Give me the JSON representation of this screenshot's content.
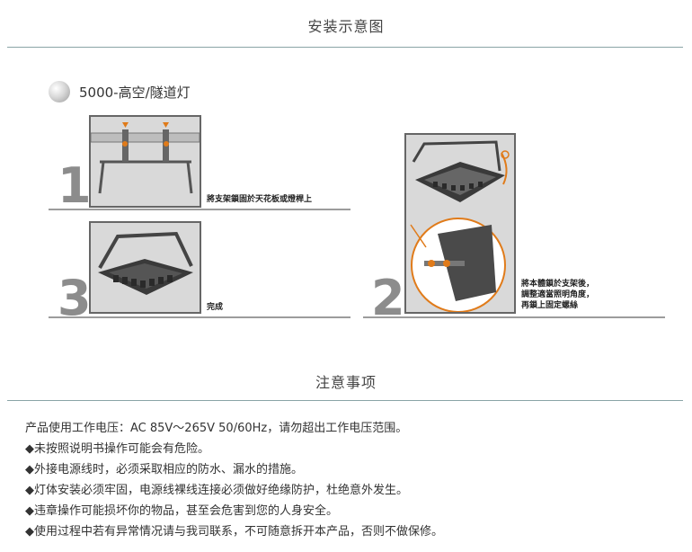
{
  "install": {
    "title": "安装示意图",
    "product": "5000-高空/隧道灯",
    "steps": [
      {
        "number": "1",
        "caption": "將支架鎖固於天花板或燈桿上"
      },
      {
        "number": "3",
        "caption": "完成"
      },
      {
        "number": "2",
        "caption_lines": [
          "將本體鎖於支架後，",
          "調整適當照明角度，",
          "再鎖上固定螺絲"
        ]
      }
    ]
  },
  "notes": {
    "title": "注意事项",
    "intro": "产品使用工作电压：AC 85V～265V 50/60Hz，请勿超出工作电压范围。",
    "items": [
      "◆未按照说明书操作可能会有危险。",
      "◆外接电源线时，必须采取相应的防水、漏水的措施。",
      "◆灯体安装必须牢固，电源线裸线连接必须做好绝缘防护，杜绝意外发生。",
      "◆违章操作可能损坏你的物品，甚至会危害到您的人身安全。",
      "◆使用过程中若有异常情况请与我司联系，不可随意拆开本产品，否则不做保修。"
    ]
  },
  "colors": {
    "rule": "#8aa4a6",
    "panel_bg": "#d9d9d9",
    "step_number": "#8c8c8c",
    "accent_orange": "#e07b1a"
  }
}
